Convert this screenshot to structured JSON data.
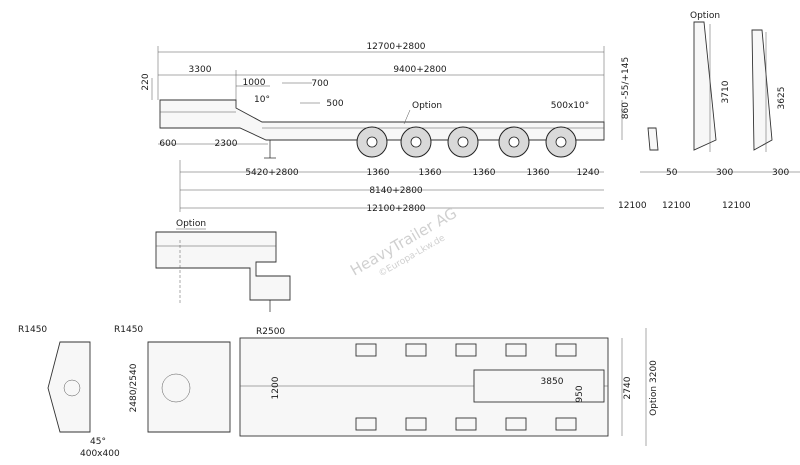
{
  "side_view": {
    "dims_top": [
      "12700+2800",
      "3300",
      "9400+2800",
      "1000",
      "700",
      "500",
      "10°"
    ],
    "dims_left": [
      "220",
      "600",
      "2300"
    ],
    "dims_right": [
      "500x10°",
      "860 -55/+145"
    ],
    "option_label": "Option",
    "dims_bottom": [
      "5420+2800",
      "1360",
      "1360",
      "1360",
      "1360",
      "1240",
      "8140+2800",
      "12100+2800"
    ]
  },
  "rear_views": {
    "dims": [
      "12100",
      "50",
      "12100",
      "300",
      "12100",
      "300"
    ],
    "option_label": "Option",
    "height_a": "3710",
    "height_b": "3625"
  },
  "gooseneck_detail": {
    "option_label": "Option"
  },
  "plan_view": {
    "radius_a": "R1450",
    "radius_b": "R1450",
    "radius_c": "R2500",
    "angle": "45°",
    "plate": "400x400",
    "width_a": "2480/2540",
    "width_b": "1200",
    "deck_length": "3850",
    "deck_width": "950",
    "overall_width": "2740",
    "option_width": "Option 3200"
  },
  "watermark": {
    "line1": "HeavyTrailer AG",
    "line2": "©Europa-Lkw.de"
  }
}
